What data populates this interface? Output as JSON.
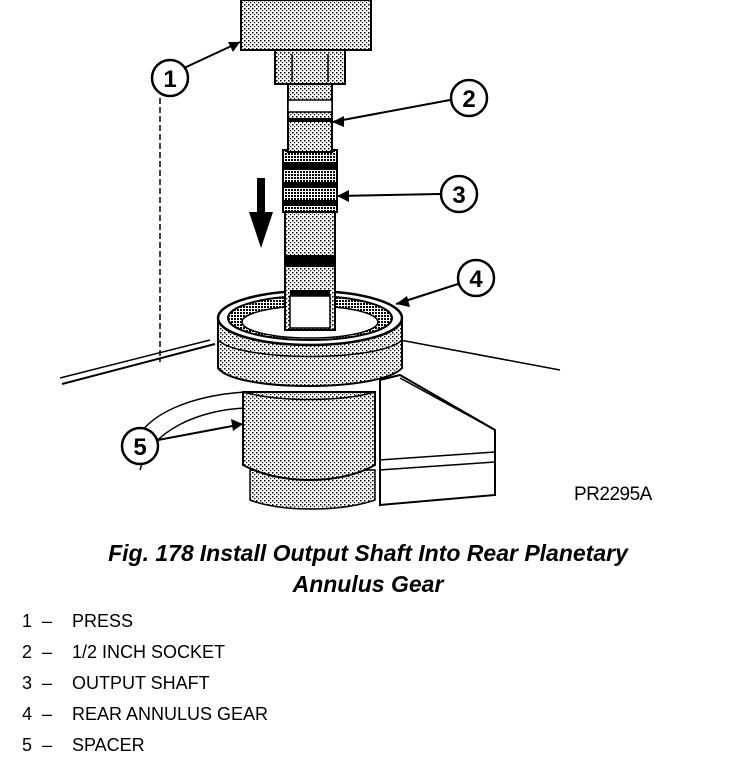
{
  "figure": {
    "callouts": [
      "1",
      "2",
      "3",
      "4",
      "5"
    ],
    "code": "PR2295A",
    "icons": [
      "press-icon",
      "socket-icon",
      "output-shaft-icon",
      "annulus-gear-icon",
      "spacer-icon",
      "down-arrow-icon"
    ]
  },
  "caption": {
    "prefix": "Fig. 178",
    "line1": "Install Output Shaft Into Rear Planetary",
    "line2": "Annulus Gear"
  },
  "legend": [
    {
      "num": "1",
      "dash": "–",
      "label": "PRESS"
    },
    {
      "num": "2",
      "dash": "–",
      "label": "1/2 INCH SOCKET"
    },
    {
      "num": "3",
      "dash": "–",
      "label": "OUTPUT SHAFT"
    },
    {
      "num": "4",
      "dash": "–",
      "label": "REAR ANNULUS GEAR"
    },
    {
      "num": "5",
      "dash": "–",
      "label": "SPACER"
    }
  ]
}
